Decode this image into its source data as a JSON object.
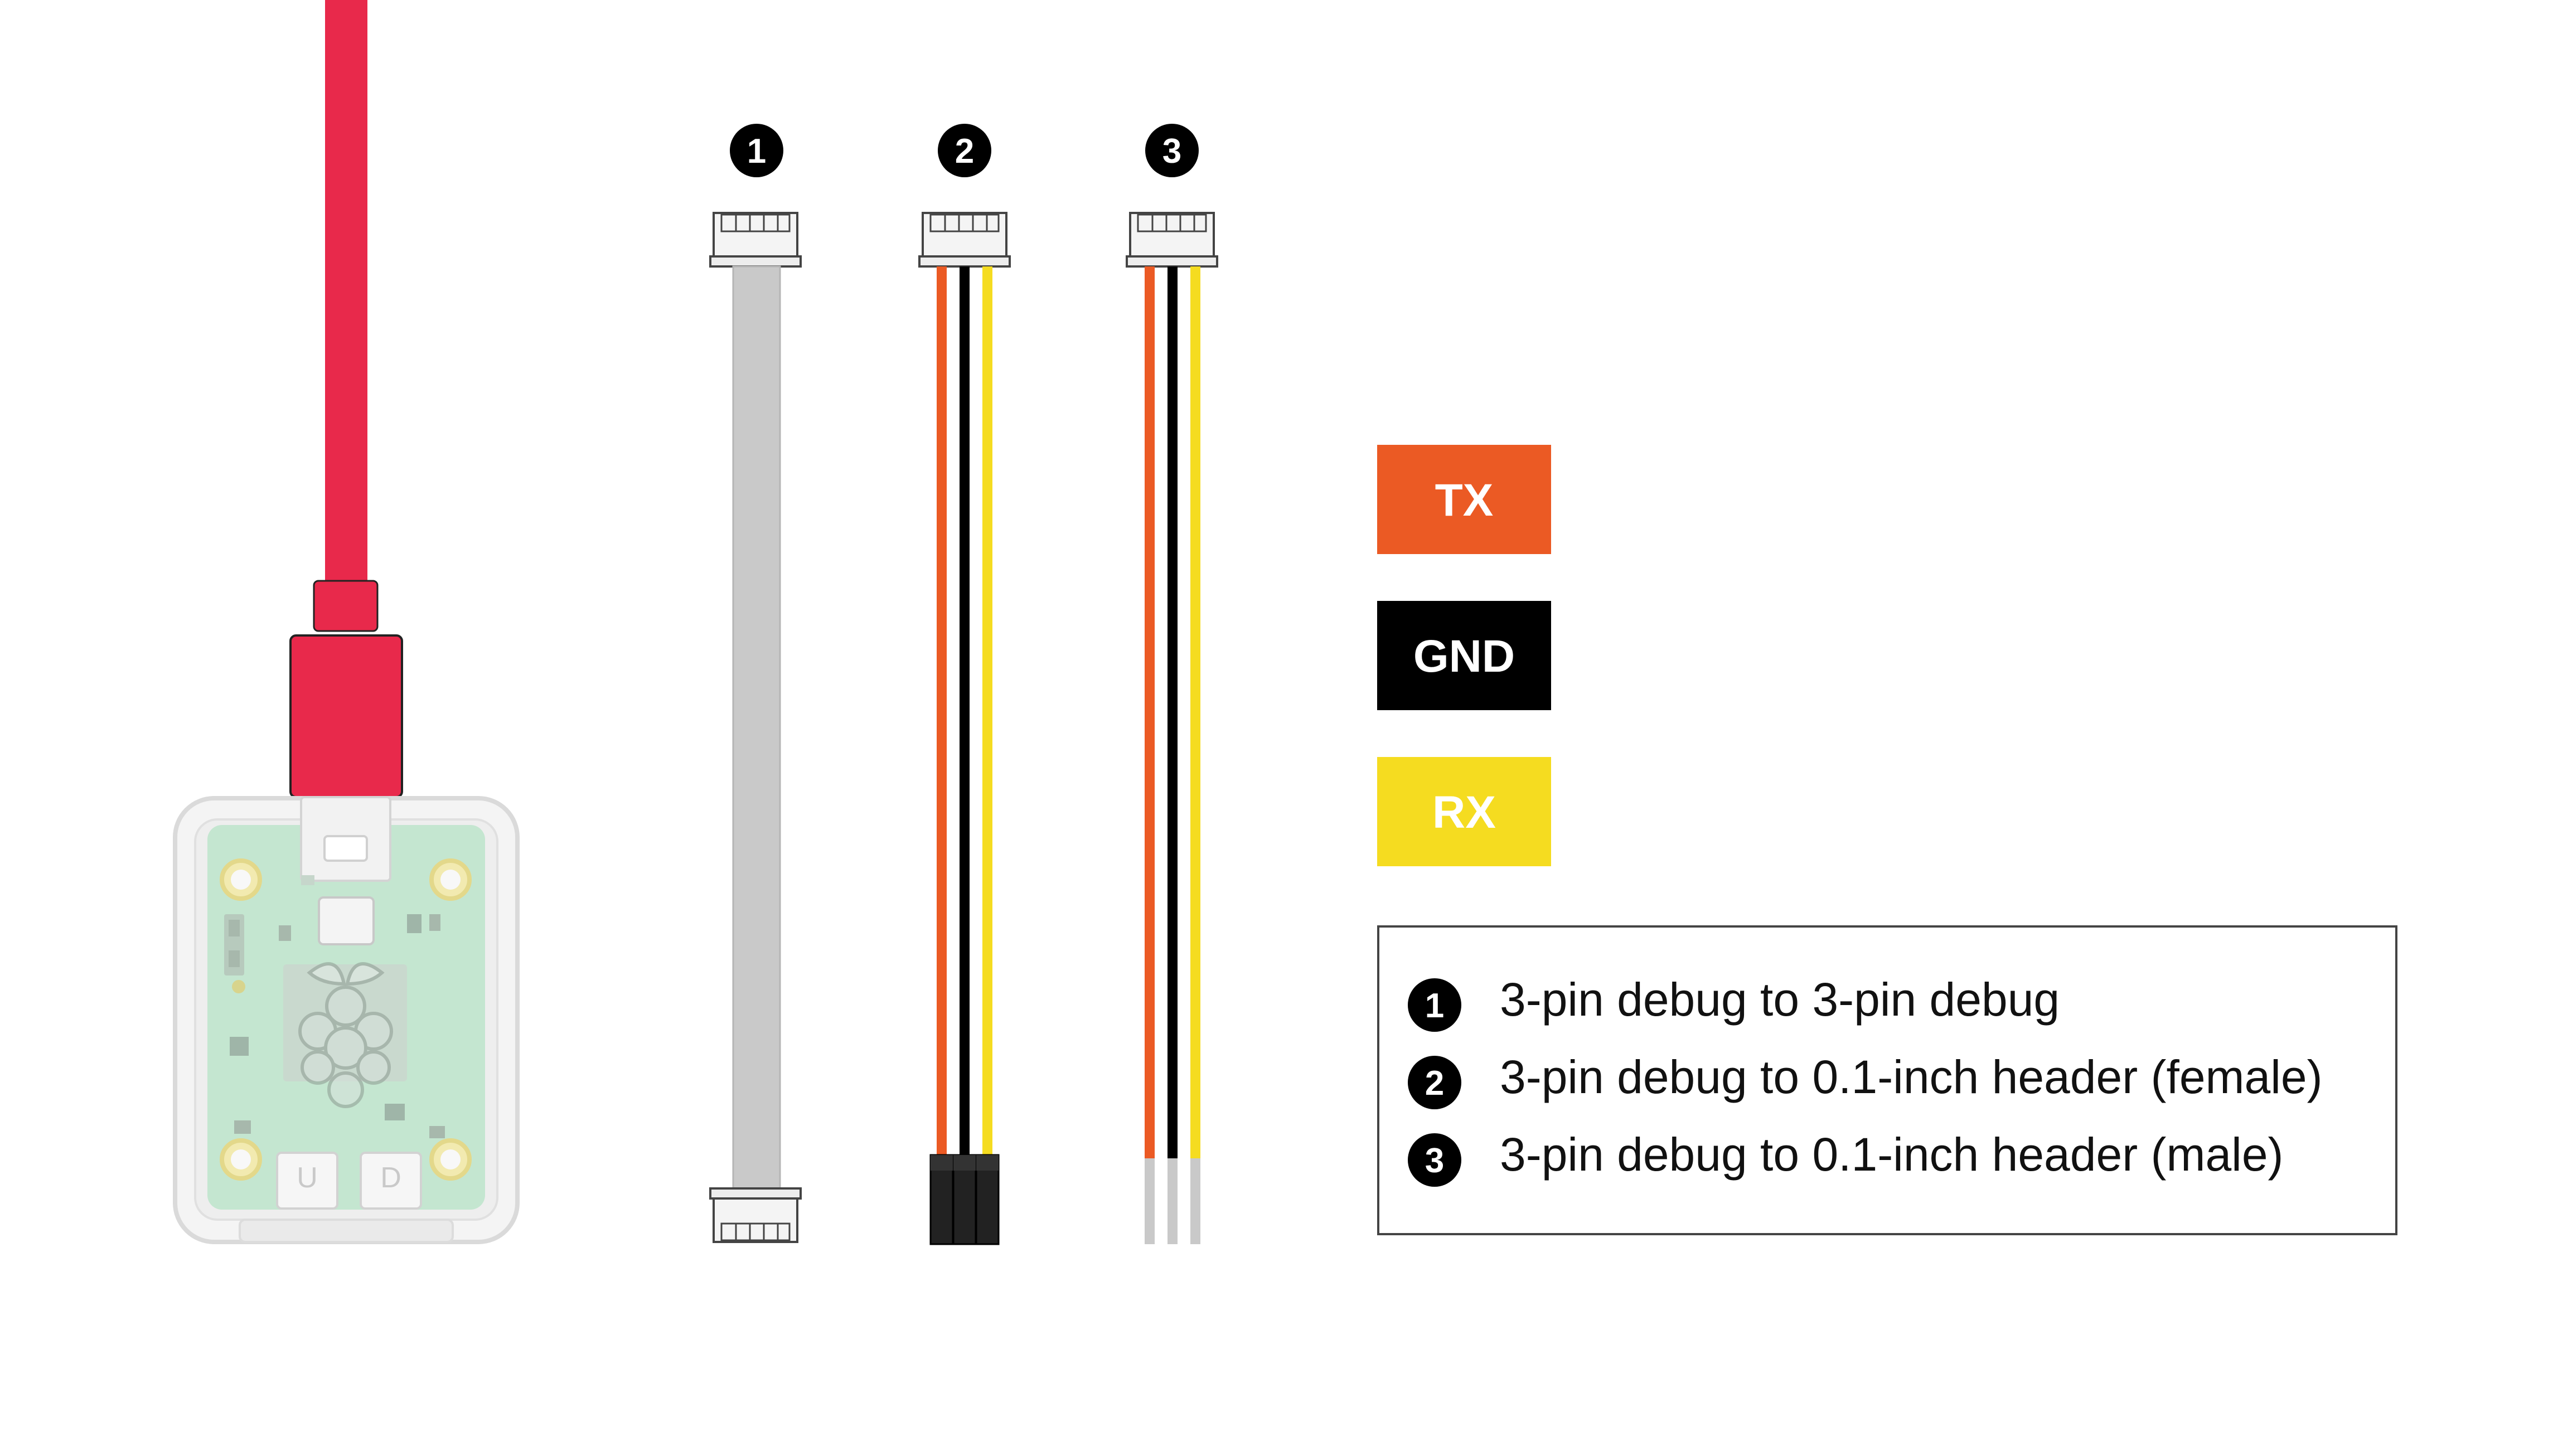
{
  "colors": {
    "tx": "#EB5A24",
    "gnd": "#000000",
    "rx": "#F5DC20",
    "usb_cable": "#E8294B",
    "grey_cable": "#C9C9C9",
    "pcb": "#BFE4CC"
  },
  "probe": {
    "port_labels": [
      "U",
      "D"
    ],
    "logo_icon": "raspberry-pi-logo"
  },
  "cables": [
    {
      "number": "1"
    },
    {
      "number": "2"
    },
    {
      "number": "3"
    }
  ],
  "signals": [
    {
      "label": "TX"
    },
    {
      "label": "GND"
    },
    {
      "label": "RX"
    }
  ],
  "legend": [
    {
      "number": "1",
      "text": "3-pin debug to 3-pin debug"
    },
    {
      "number": "2",
      "text": "3-pin debug to 0.1-inch header (female)"
    },
    {
      "number": "3",
      "text": "3-pin debug to 0.1-inch header (male)"
    }
  ]
}
